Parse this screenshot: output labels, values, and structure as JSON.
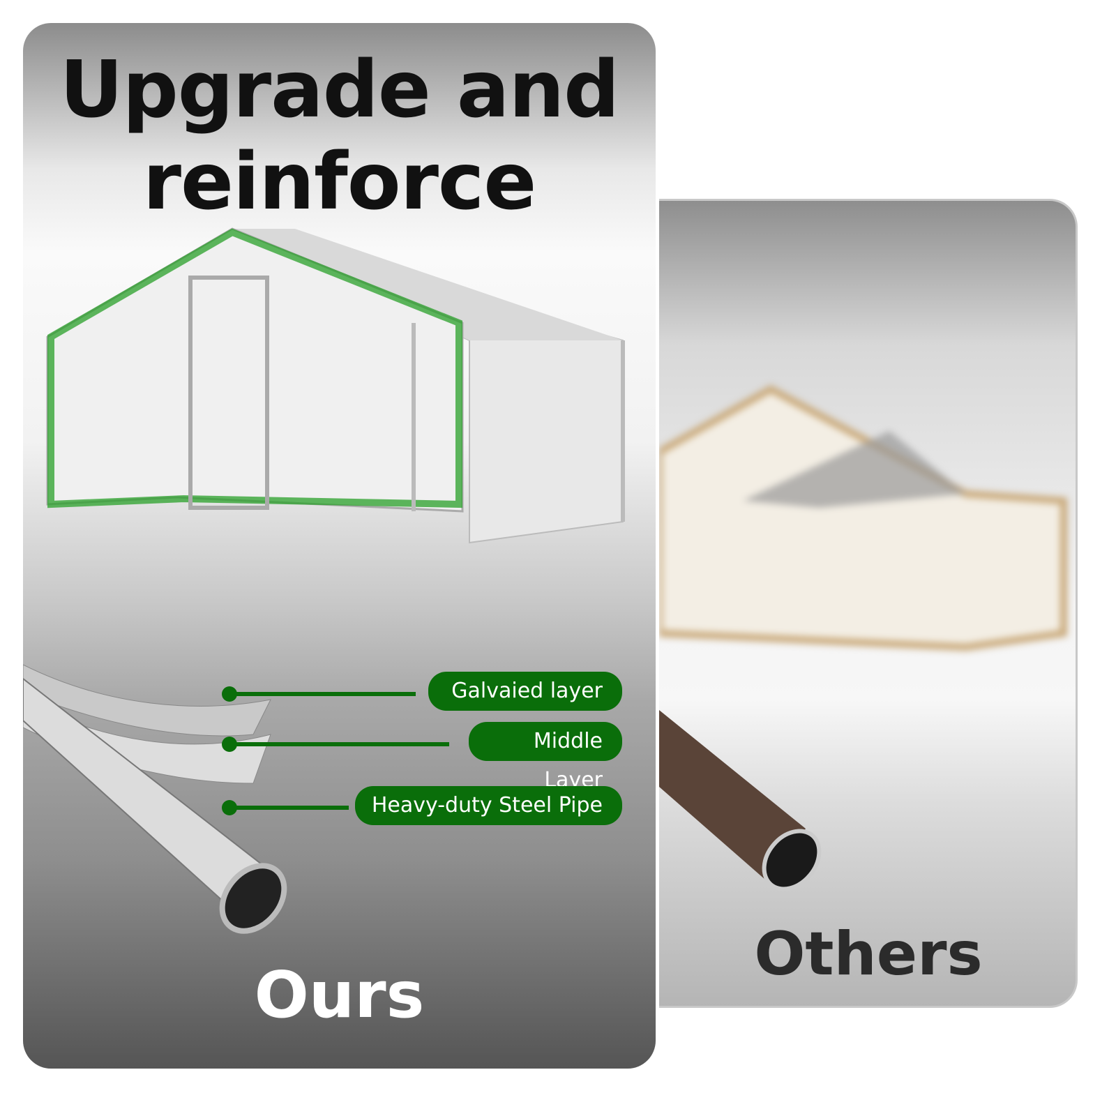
{
  "ours_panel": {
    "headline": "Upgrade and reinforce",
    "caption": "Ours",
    "layers": [
      {
        "label": "Galvaied layer"
      },
      {
        "label": "Middle Layer"
      },
      {
        "label": "Heavy-duty Steel Pipe"
      }
    ],
    "accent_color": "#0a6e0a"
  },
  "others_panel": {
    "caption": "Others"
  }
}
